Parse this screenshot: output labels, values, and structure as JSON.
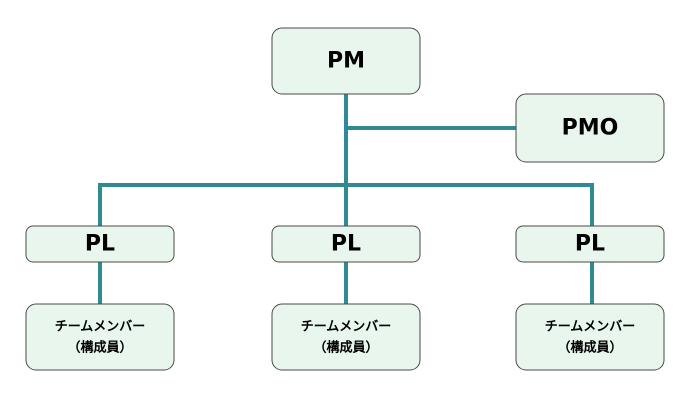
{
  "org_chart": {
    "pm": {
      "label": "PM"
    },
    "pmo": {
      "label": "PMO"
    },
    "leaders": [
      {
        "label": "PL"
      },
      {
        "label": "PL"
      },
      {
        "label": "PL"
      }
    ],
    "members": [
      {
        "line1": "チームメンバー",
        "line2": "（構成員）"
      },
      {
        "line1": "チームメンバー",
        "line2": "（構成員）"
      },
      {
        "line1": "チームメンバー",
        "line2": "（構成員）"
      }
    ]
  },
  "colors": {
    "connector": "#2e8b93",
    "box_fill": "#e8f6ee",
    "box_border": "#4a4a4a"
  }
}
